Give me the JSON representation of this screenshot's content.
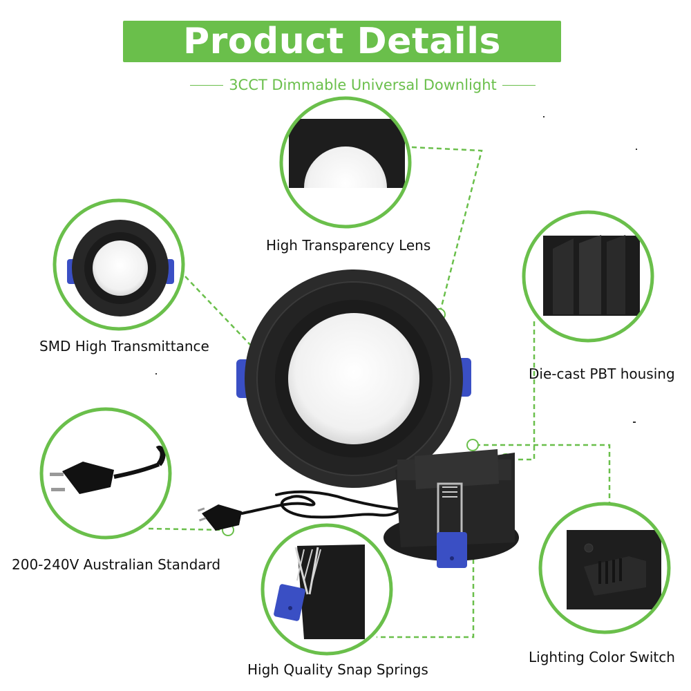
{
  "header": {
    "title": "Product Details",
    "subtitle": "3CCT Dimmable Universal Downlight"
  },
  "features": [
    {
      "label": "High Transparency Lens"
    },
    {
      "label": "SMD High Transmittance"
    },
    {
      "label": "Die-cast PBT housing"
    },
    {
      "label": "200-240V Australian Standard"
    },
    {
      "label": "High Quality Snap Springs"
    },
    {
      "label": "Lighting Color Switch"
    }
  ],
  "colors": {
    "accent": "#6abf4b",
    "product": "#2b2b2b",
    "clip": "#3a4fc4"
  }
}
